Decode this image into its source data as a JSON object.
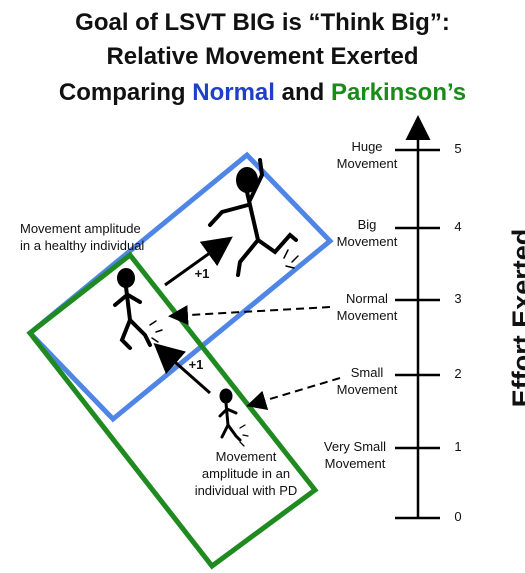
{
  "title": {
    "line1": "Goal of LSVT BIG is “Think Big”:",
    "line2": "Relative Movement Exerted",
    "line3_prefix": "Comparing ",
    "line3_normal": "Normal",
    "line3_mid": " and ",
    "line3_pd": "Parkinson’s"
  },
  "colors": {
    "normal": "#1f3fc8",
    "parkinsons": "#1a8a1a",
    "box_blue": "#4f86e6",
    "box_green": "#1f8a1f"
  },
  "scale": {
    "axis_title": "Effort Exerted",
    "ticks": [
      {
        "value": "5",
        "label_line1": "Huge",
        "label_line2": "Movement"
      },
      {
        "value": "4",
        "label_line1": "Big",
        "label_line2": "Movement"
      },
      {
        "value": "3",
        "label_line1": "Normal",
        "label_line2": "Movement"
      },
      {
        "value": "2",
        "label_line1": "Small",
        "label_line2": "Movement"
      },
      {
        "value": "1",
        "label_line1": "Very Small",
        "label_line2": "Movement"
      },
      {
        "value": "0"
      }
    ]
  },
  "annotations": {
    "healthy_line1": "Movement amplitude",
    "healthy_line2": "in a healthy individual",
    "pd_line1": "Movement",
    "pd_line2": "amplitude in an",
    "pd_line3": "individual with PD",
    "step_upper": "+1",
    "step_lower": "+1"
  },
  "figures": [
    "stick-figure-big",
    "stick-figure-normal",
    "stick-figure-small"
  ]
}
